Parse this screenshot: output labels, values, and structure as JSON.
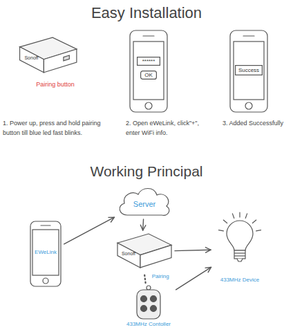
{
  "diagram": {
    "title": "Easy Installation",
    "nodes": [
      {
        "text": [
          "Sonoff"
        ]
      },
      {
        "text": [
          "******"
        ]
      },
      {
        "text": [
          "OK"
        ]
      },
      {
        "text": [
          "Success"
        ]
      },
      {
        "text": [
          "EWeLink"
        ]
      },
      {
        "text": [
          "Server"
        ]
      },
      {
        "text": [
          "Sonoff"
        ]
      },
      {
        "text": [
          "433MHz Device"
        ]
      },
      {
        "text": [
          "433MHz Contoller"
        ]
      }
    ],
    "edges": [
      {
        "from": 4,
        "to": 5,
        "arrow": "to"
      },
      {
        "from": 5,
        "to": 6,
        "arrow": "to"
      },
      {
        "from": 6,
        "to": 7,
        "arrow": "to"
      },
      {
        "from": 8,
        "to": 6,
        "label": "Pairing",
        "arrow": "none"
      },
      {
        "from": 8,
        "to": 7,
        "arrow": "to"
      }
    ],
    "labels": [
      "Pairing button",
      "1. Power up, press and hold pairing button till blue led fast blinks.",
      "2. Open eWeLink, click\"+\", enter WiFi info.",
      "3. Added Successfully",
      "Working Principal"
    ]
  }
}
